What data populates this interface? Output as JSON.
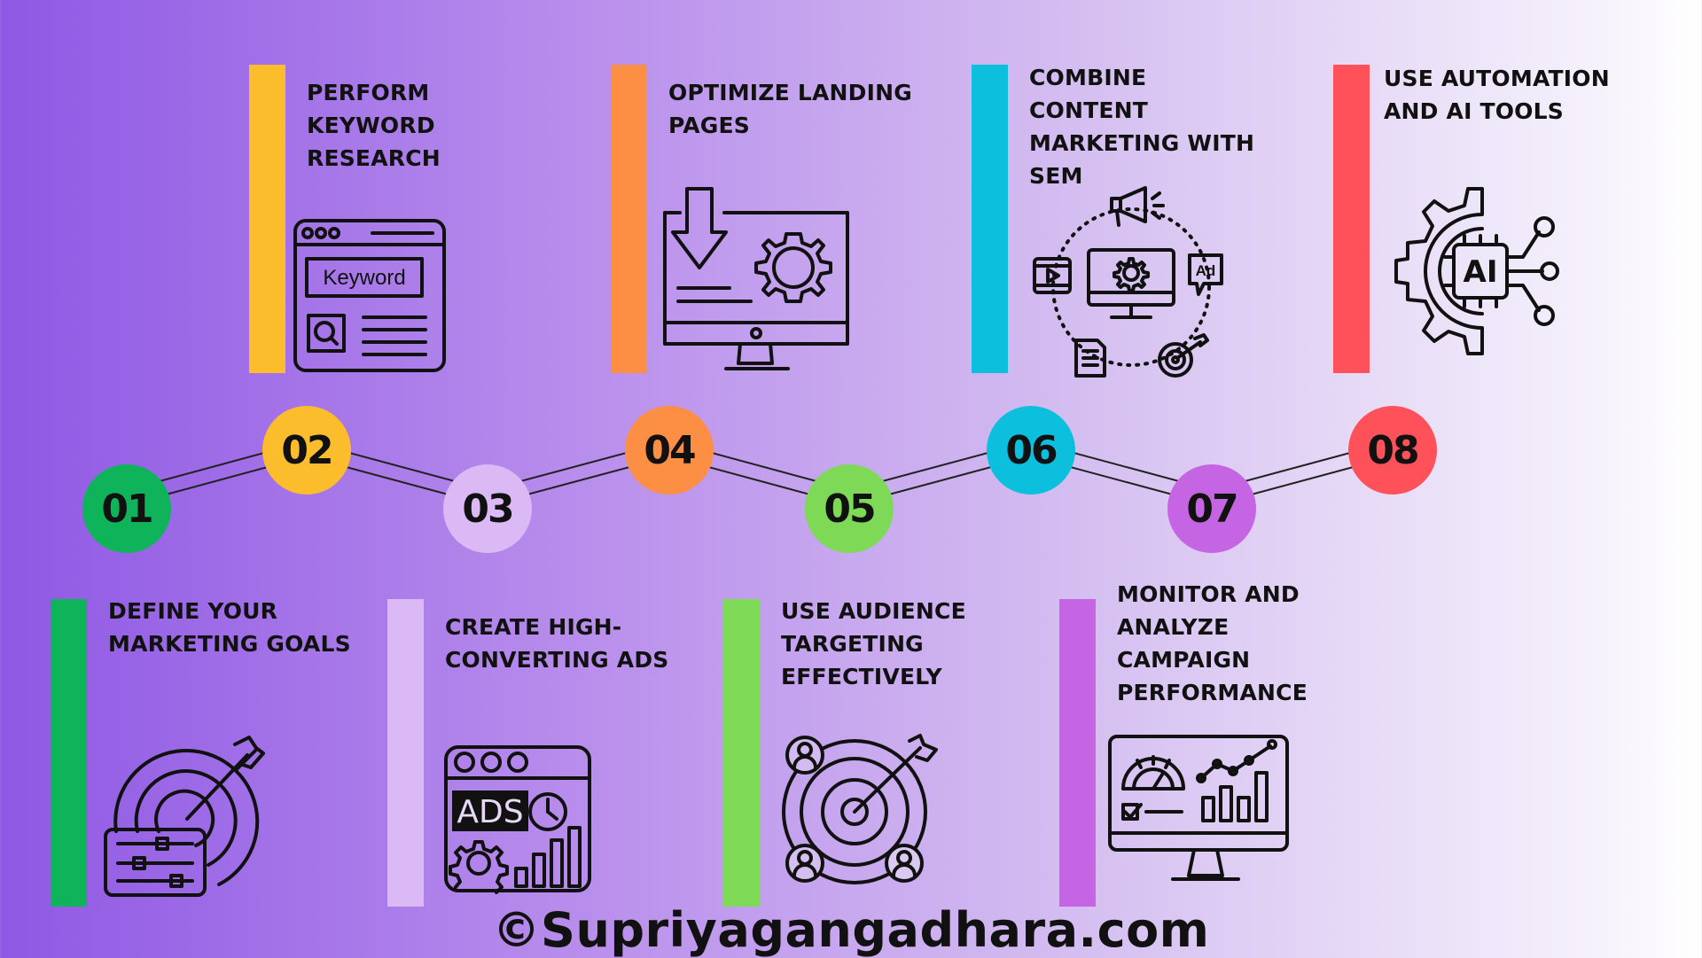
{
  "steps": [
    {
      "number": "01",
      "color": "#0fb45a",
      "title_lines": [
        "DEFINE YOUR",
        "MARKETING GOALS"
      ]
    },
    {
      "number": "02",
      "color": "#fbbd2c",
      "title_lines": [
        "PERFORM",
        "KEYWORD",
        "RESEARCH"
      ]
    },
    {
      "number": "03",
      "color": "#dbb9f5",
      "title_lines": [
        "CREATE HIGH-",
        "CONVERTING ADS"
      ]
    },
    {
      "number": "04",
      "color": "#fd8f44",
      "title_lines": [
        "OPTIMIZE LANDING",
        "PAGES"
      ]
    },
    {
      "number": "05",
      "color": "#7ed956",
      "title_lines": [
        "USE AUDIENCE",
        "TARGETING",
        "EFFECTIVELY"
      ]
    },
    {
      "number": "06",
      "color": "#0cbfdd",
      "title_lines": [
        "COMBINE",
        "CONTENT",
        "MARKETING WITH",
        "SEM"
      ]
    },
    {
      "number": "07",
      "color": "#c565e4",
      "title_lines": [
        "MONITOR AND",
        "ANALYZE",
        "CAMPAIGN",
        "PERFORMANCE"
      ]
    },
    {
      "number": "08",
      "color": "#ff5159",
      "title_lines": [
        "USE AUTOMATION",
        "AND AI TOOLS"
      ]
    }
  ],
  "icons": {
    "keyword_box_text": "Keyword",
    "ads_text": "ADS",
    "ad_badge_text": "Ad",
    "ai_chip_text": "AI"
  },
  "footer": "©Supriyagangadhara.com"
}
